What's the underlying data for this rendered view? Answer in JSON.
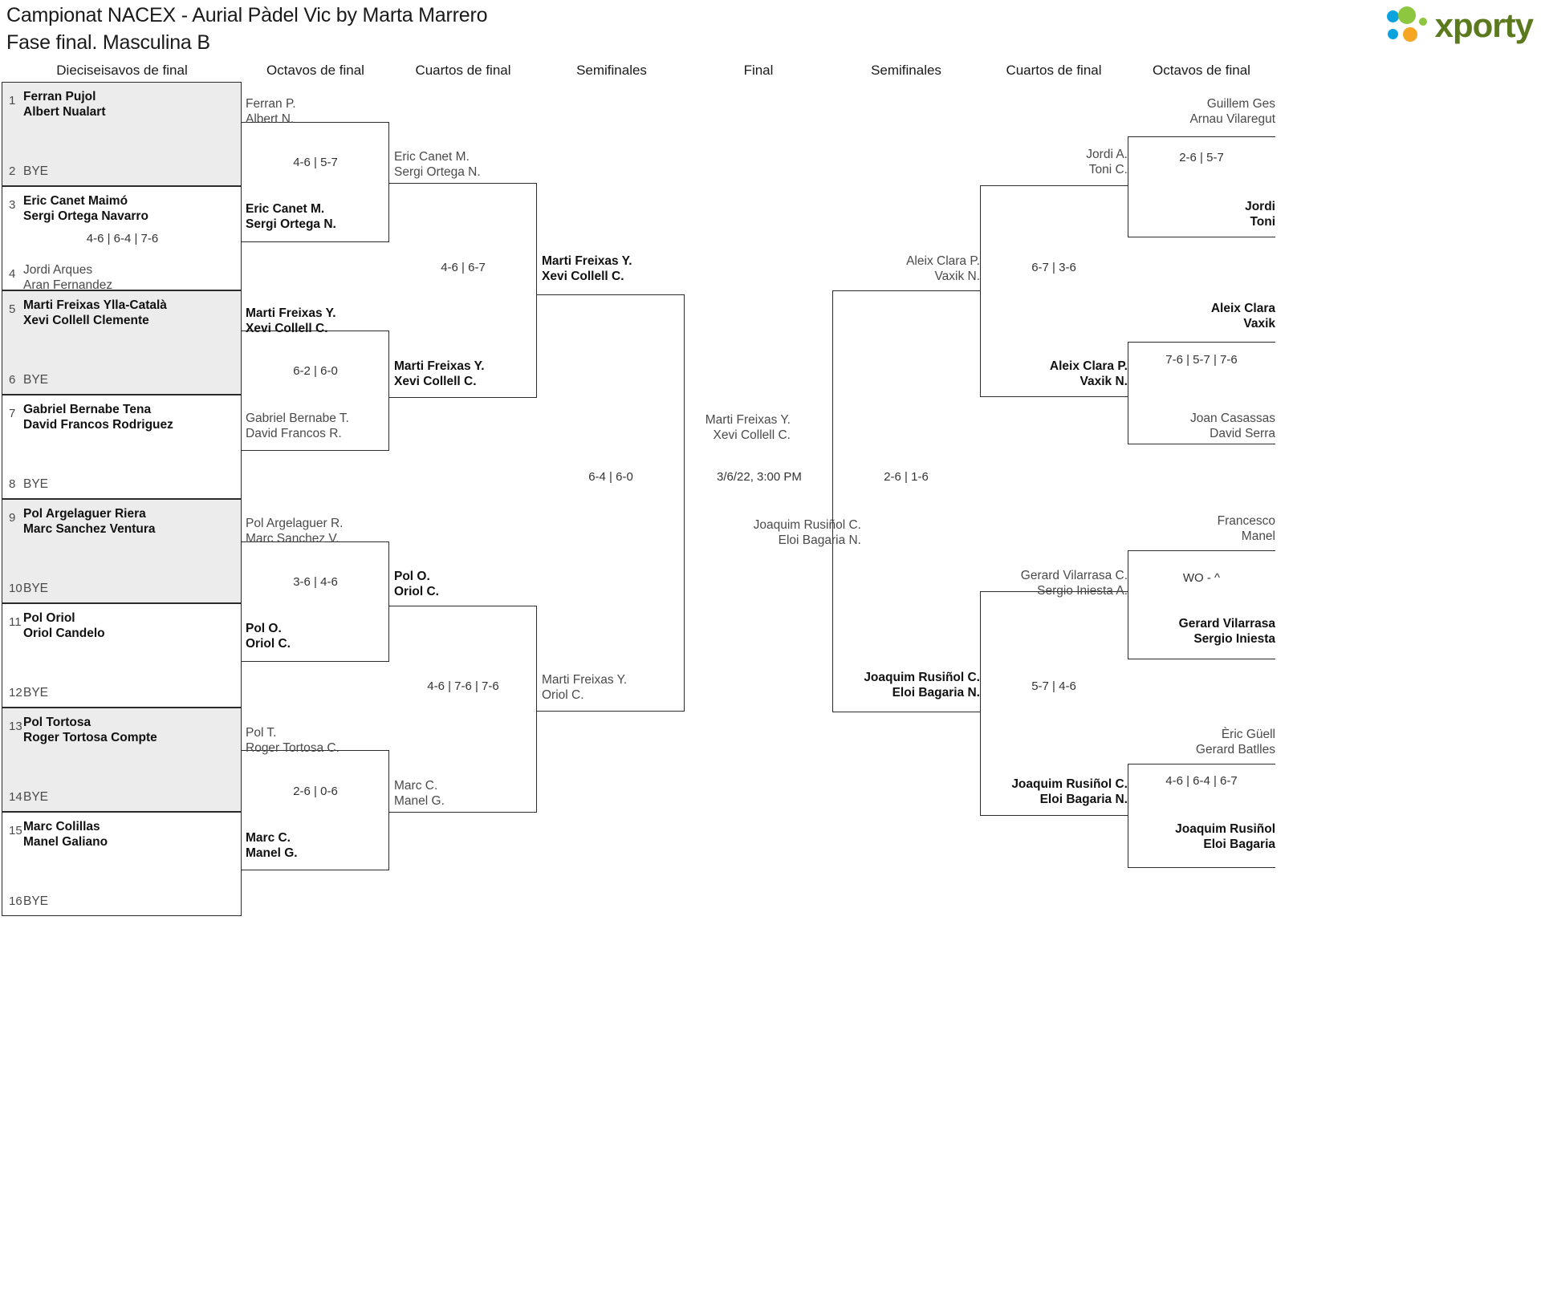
{
  "header": {
    "title_line1": "Campionat NACEX - Aurial Pàdel Vic by Marta Marrero",
    "title_line2": "Fase final. Masculina B",
    "logo_word": "xporty"
  },
  "rounds": [
    {
      "label": "Dieciseisavos de final"
    },
    {
      "label": "Octavos de final"
    },
    {
      "label": "Cuartos de final"
    },
    {
      "label": "Semifinales"
    },
    {
      "label": "Final"
    },
    {
      "label": "Semifinales"
    },
    {
      "label": "Cuartos de final"
    },
    {
      "label": "Octavos de final"
    }
  ],
  "seeds": [
    {
      "num": "1",
      "p1": "Ferran Pujol",
      "p2": "Albert Nualart"
    },
    {
      "num": "2",
      "bye": "BYE"
    },
    {
      "num": "3",
      "p1": "Eric Canet Maimó",
      "p2": "Sergi Ortega Navarro"
    },
    {
      "num": "4",
      "p1": "Jordi Arques",
      "p2": "Aran Fernandez"
    },
    {
      "num": "5",
      "p1": "Marti Freixas Ylla-Català",
      "p2": "Xevi Collell Clemente"
    },
    {
      "num": "6",
      "bye": "BYE"
    },
    {
      "num": "7",
      "p1": "Gabriel Bernabe Tena",
      "p2": "David Francos Rodriguez"
    },
    {
      "num": "8",
      "bye": "BYE"
    },
    {
      "num": "9",
      "p1": "Pol Argelaguer Riera",
      "p2": "Marc Sanchez Ventura"
    },
    {
      "num": "10",
      "bye": "BYE"
    },
    {
      "num": "11",
      "p1": "Pol Oriol",
      "p2": "Oriol Candelo"
    },
    {
      "num": "12",
      "bye": "BYE"
    },
    {
      "num": "13",
      "p1": "Pol Tortosa",
      "p2": "Roger Tortosa Compte"
    },
    {
      "num": "14",
      "bye": "BYE"
    },
    {
      "num": "15",
      "p1": "Marc Colillas",
      "p2": "Manel Galiano"
    },
    {
      "num": "16",
      "bye": "BYE"
    }
  ],
  "seed_scores": {
    "match_3_4": "4-6 | 6-4 | 7-6"
  },
  "left": {
    "octavos": [
      {
        "p1": "Ferran P.",
        "p2": "Albert N.",
        "result": "lose"
      },
      {
        "p1": "Eric Canet M.",
        "p2": "Sergi Ortega N.",
        "result": "win",
        "score": "4-6 | 5-7"
      },
      {
        "p1": "Marti Freixas Y.",
        "p2": "Xevi Collell C.",
        "result": "win"
      },
      {
        "p1": "Gabriel Bernabe T.",
        "p2": "David Francos R.",
        "result": "lose",
        "score": "6-2 | 6-0"
      },
      {
        "p1": "Pol Argelaguer R.",
        "p2": "Marc Sanchez V.",
        "result": "lose"
      },
      {
        "p1": "Pol O.",
        "p2": "Oriol C.",
        "result": "win",
        "score": "3-6 | 4-6"
      },
      {
        "p1": "Pol T.",
        "p2": "Roger Tortosa C.",
        "result": "lose"
      },
      {
        "p1": "Marc C.",
        "p2": "Manel G.",
        "result": "win",
        "score": "2-6 | 0-6"
      }
    ],
    "cuartos": [
      {
        "p1": "Eric Canet M.",
        "p2": "Sergi Ortega N.",
        "result": "lose"
      },
      {
        "p1": "Marti Freixas Y.",
        "p2": "Xevi Collell C.",
        "result": "win",
        "score": "4-6 | 6-7"
      },
      {
        "p1": "Pol O.",
        "p2": "Oriol C.",
        "result": "win"
      },
      {
        "p1": "Marc C.",
        "p2": "Manel G.",
        "result": "lose",
        "score": "4-6 | 7-6 | 7-6"
      }
    ],
    "semifinales": [
      {
        "p1": "Marti Freixas Y.",
        "p2": "Xevi Collell C.",
        "result": "win"
      },
      {
        "p1": "Pol O.",
        "p2": "Oriol C.",
        "result": "lose",
        "score": "6-4 | 6-0"
      }
    ]
  },
  "final": {
    "top": {
      "p1": "Marti Freixas Y.",
      "p2": "Xevi Collell C.",
      "result": "lose"
    },
    "bottom": {
      "p1": "Joaquim Rusiñol C.",
      "p2": "Eloi Bagaria N.",
      "result": "lose"
    },
    "date": "3/6/22, 3:00 PM"
  },
  "right": {
    "semifinales": [
      {
        "p1": "Aleix Clara P.",
        "p2": "Vaxik N.",
        "result": "lose"
      },
      {
        "p1": "Joaquim Rusiñol C.",
        "p2": "Eloi Bagaria N.",
        "result": "win",
        "score": "2-6 | 1-6"
      }
    ],
    "cuartos": [
      {
        "p1": "Jordi A.",
        "p2": "Toni C.",
        "result": "lose"
      },
      {
        "p1": "Aleix Clara P.",
        "p2": "Vaxik N.",
        "result": "win",
        "score": "6-7 | 3-6"
      },
      {
        "p1": "Gerard Vilarrasa C.",
        "p2": "Sergio Iniesta A.",
        "result": "lose"
      },
      {
        "p1": "Joaquim Rusiñol C.",
        "p2": "Eloi Bagaria N.",
        "result": "win",
        "score": "5-7 | 4-6"
      }
    ],
    "octavos": [
      {
        "p1": "Guillem Ges",
        "p2": "Arnau Vilaregut",
        "result": "lose"
      },
      {
        "p1": "Jordi",
        "p2": "Toni",
        "result": "win",
        "score": "2-6 | 5-7"
      },
      {
        "p1": "Aleix Clara",
        "p2": "Vaxik",
        "result": "win"
      },
      {
        "p1": "Joan Casassas",
        "p2": "David Serra",
        "result": "lose",
        "score": "7-6 | 5-7 | 7-6"
      },
      {
        "p1": "Francesco",
        "p2": "Manel",
        "result": "lose"
      },
      {
        "p1": "Gerard Vilarrasa",
        "p2": "Sergio Iniesta",
        "result": "win",
        "score": "WO - ^"
      },
      {
        "p1": "Èric Güell",
        "p2": "Gerard Batlles",
        "result": "lose"
      },
      {
        "p1": "Joaquim Rusiñol",
        "p2": "Eloi Bagaria",
        "result": "win",
        "score": "4-6 | 6-4 | 6-7"
      }
    ]
  }
}
